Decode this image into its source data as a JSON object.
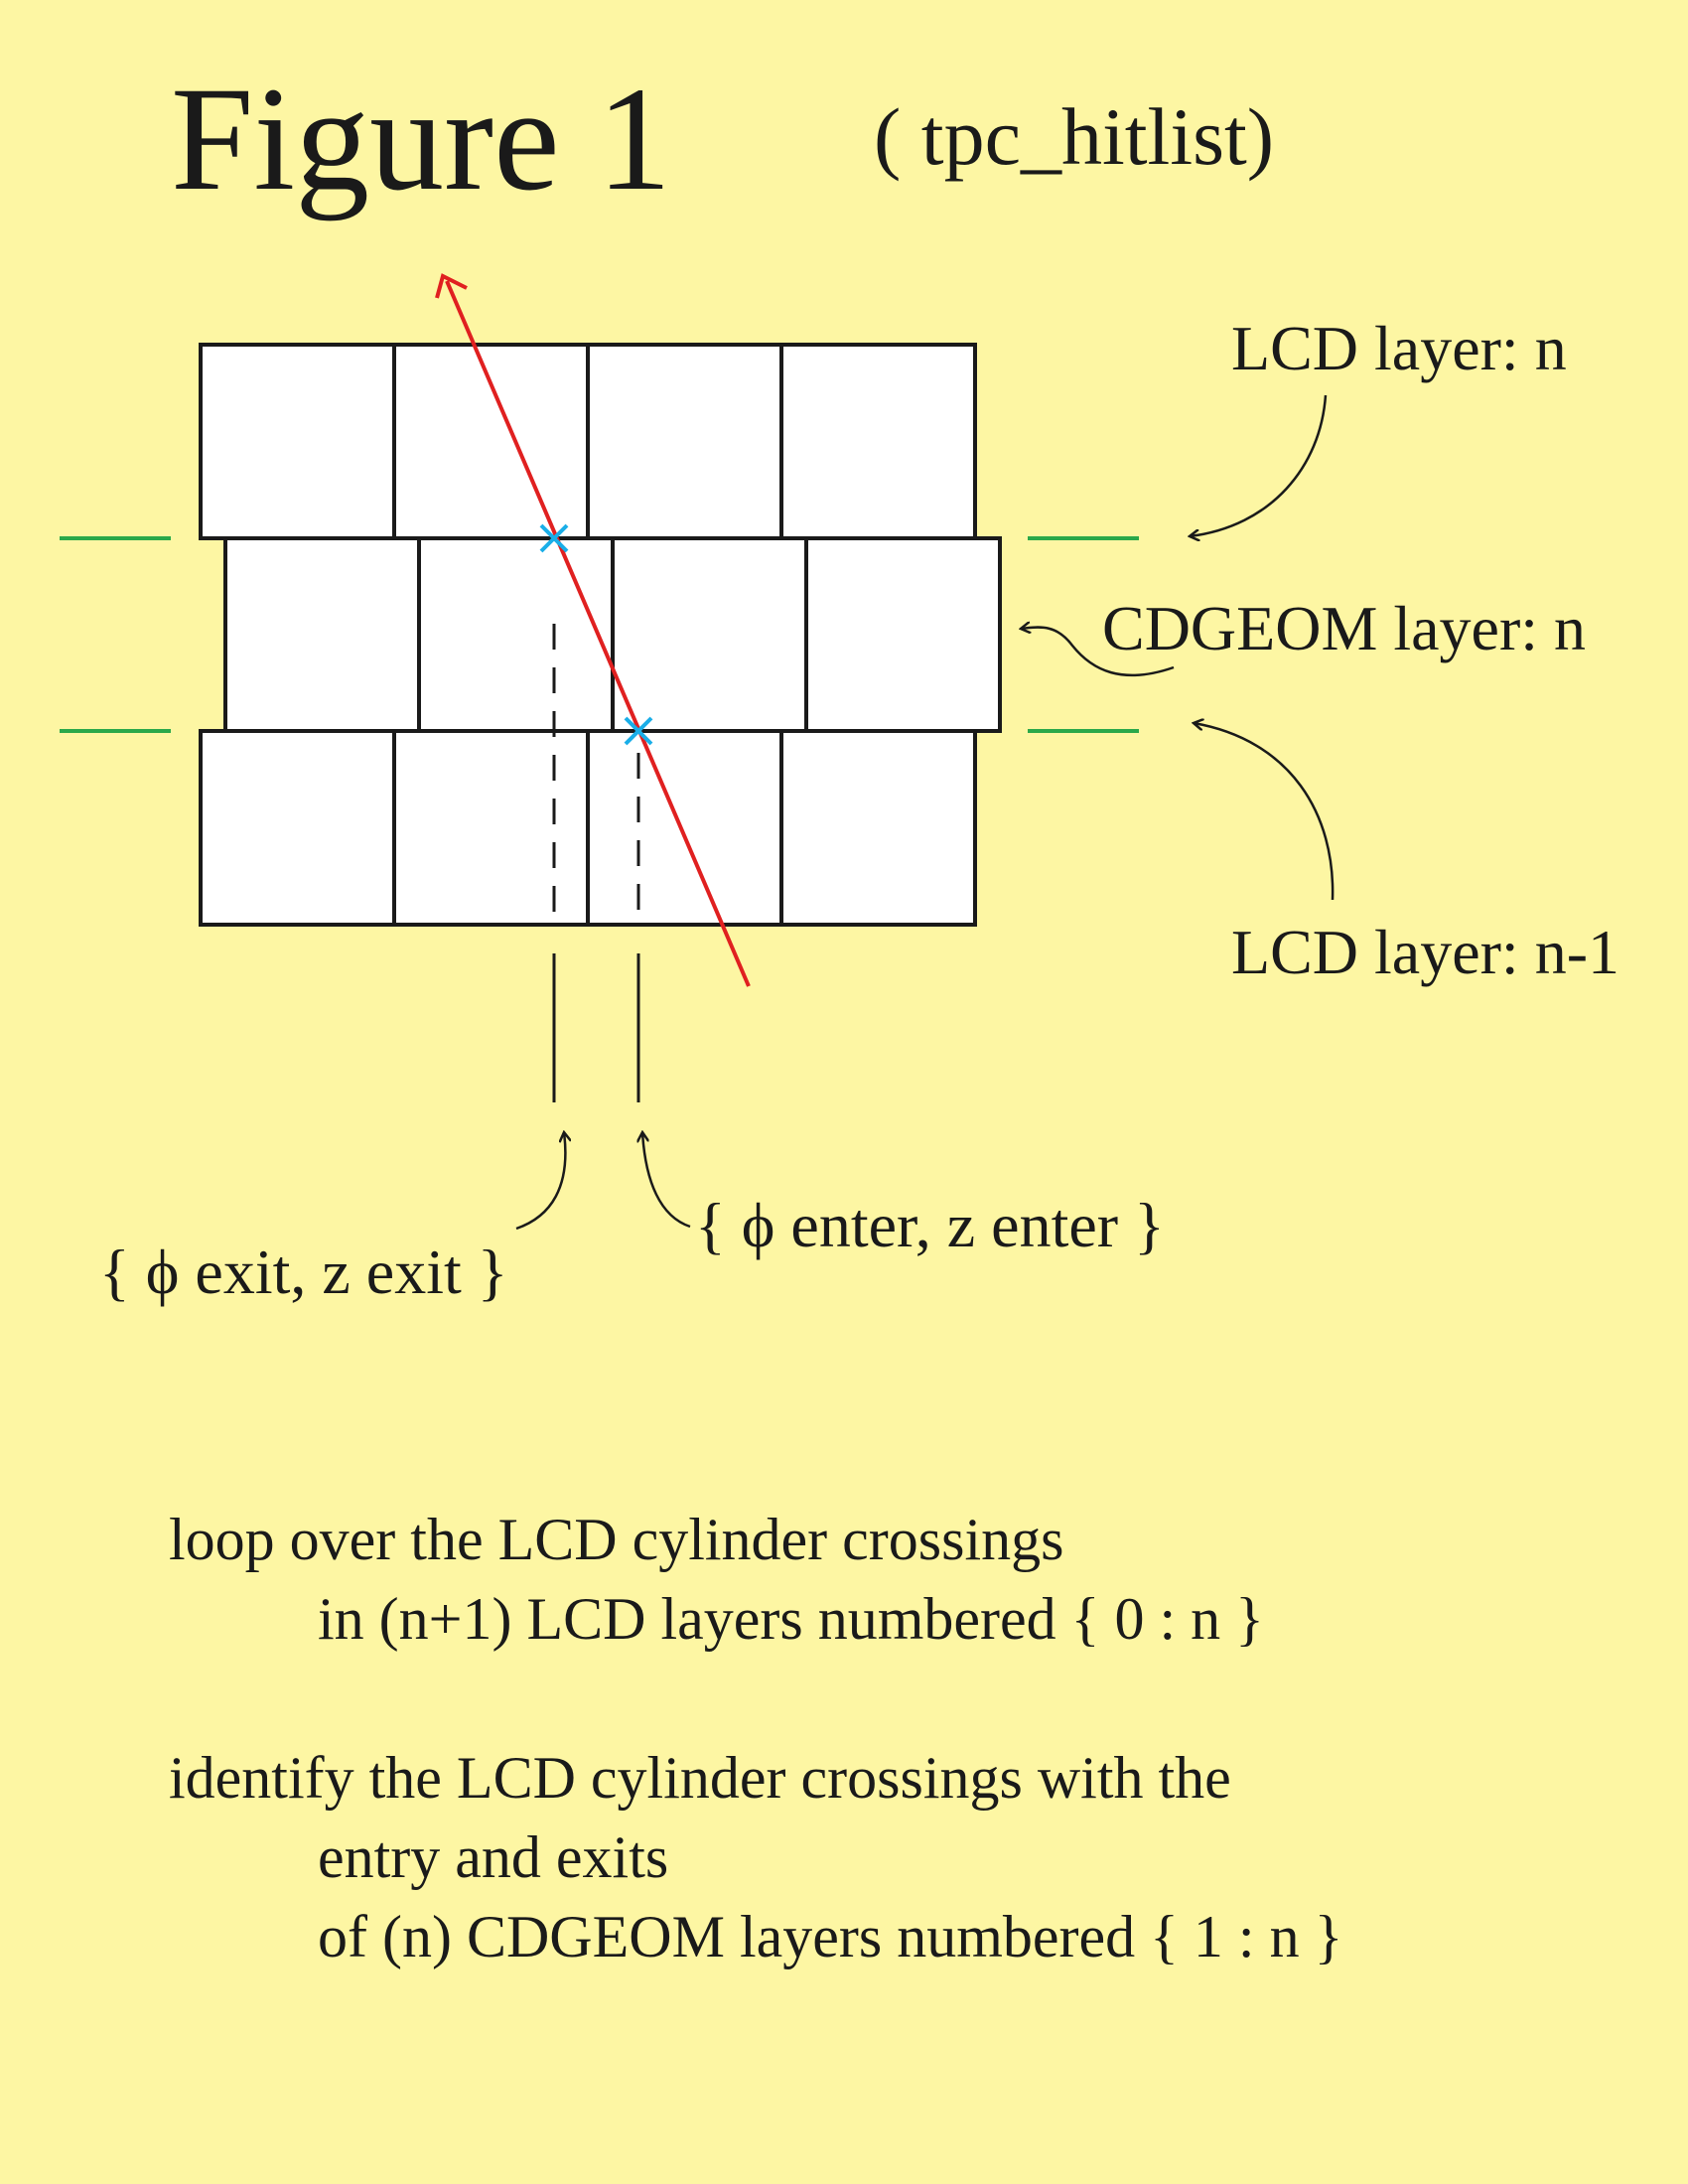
{
  "colors": {
    "background": "#FDF6A3",
    "cell_fill": "#FFFFFF",
    "outline": "#1A1A1A",
    "track": "#E02020",
    "crossing": "#1AAEE8",
    "boundary": "#2AA84A"
  },
  "figure": {
    "title": "Figure 1",
    "subtitle": "( tpc_hitlist)"
  },
  "labels": {
    "lcd_layer_n": "LCD layer: n",
    "cdgeom_layer_n": "CDGEOM layer: n",
    "lcd_layer_n_minus_1": "LCD layer: n-1",
    "exit_coords": "{ ϕ exit, z exit }",
    "enter_coords": "{ ϕ enter, z enter }"
  },
  "description": {
    "line1": "loop over the LCD cylinder crossings",
    "line2": "in (n+1) LCD layers numbered { 0 : n }",
    "line3": "identify the LCD cylinder crossings with the",
    "line4": "entry and exits",
    "line5": "of (n) CDGEOM layers numbered { 1 : n }"
  }
}
